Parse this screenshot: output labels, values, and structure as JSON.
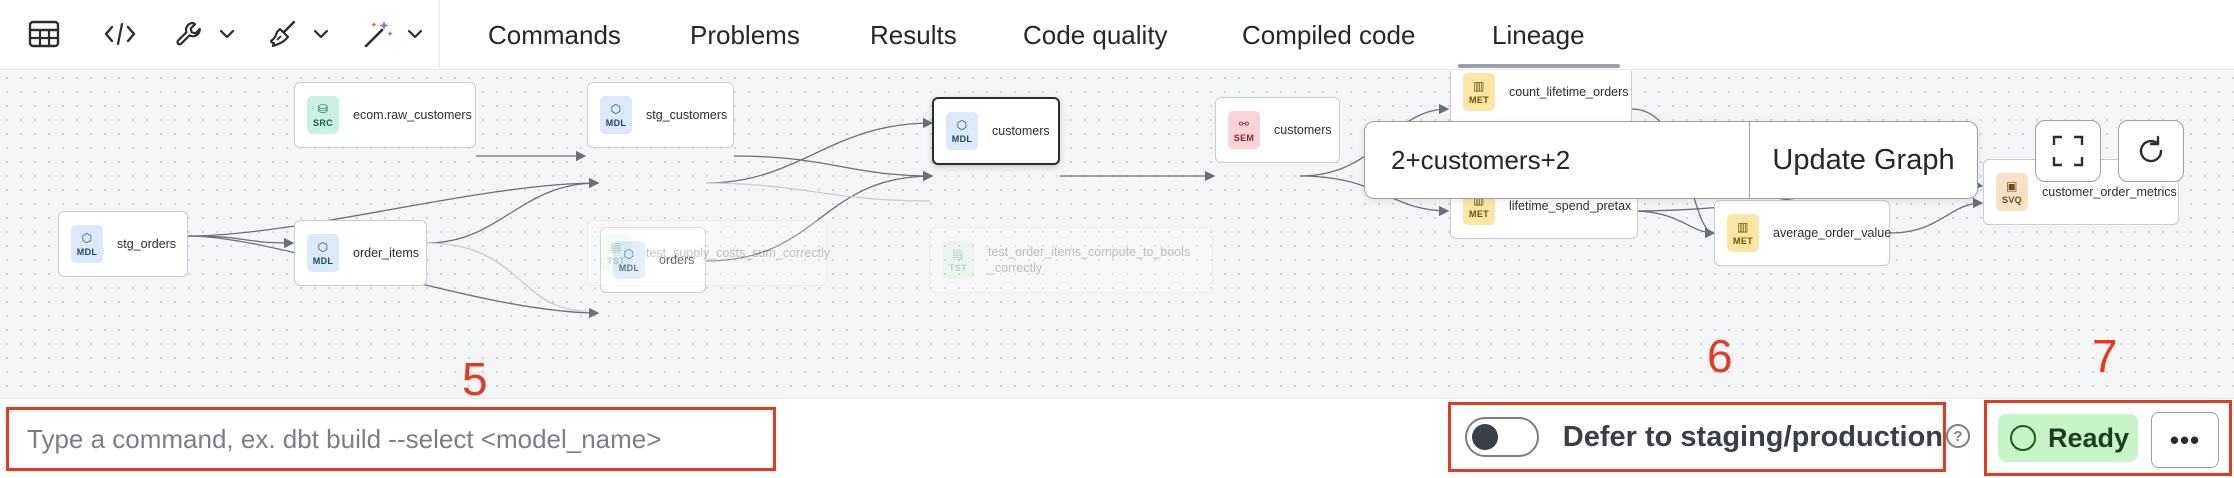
{
  "toolbar": {
    "icons": [
      "table-icon",
      "code-icon",
      "wrench-icon",
      "broom-icon",
      "magic-wand-icon"
    ],
    "tabs": [
      {
        "label": "Commands",
        "active": false
      },
      {
        "label": "Problems",
        "active": false
      },
      {
        "label": "Results",
        "active": false
      },
      {
        "label": "Code quality",
        "active": false
      },
      {
        "label": "Compiled code",
        "active": false
      },
      {
        "label": "Lineage",
        "active": true
      }
    ]
  },
  "lineage": {
    "nodes": [
      {
        "type": "SRC",
        "label": "ecom.raw_customers"
      },
      {
        "type": "MDL",
        "label": "stg_customers"
      },
      {
        "type": "MDL",
        "label": "customers",
        "selected": true
      },
      {
        "type": "SEM",
        "label": "customers"
      },
      {
        "type": "MET",
        "label": "count_lifetime_orders"
      },
      {
        "type": "MET",
        "label": "lifetime_spend_pretax"
      },
      {
        "type": "MET",
        "label": "average_order_value"
      },
      {
        "type": "SVQ",
        "label": "customer_order_metrics"
      },
      {
        "type": "MDL",
        "label": "orders"
      },
      {
        "type": "TST",
        "label": "test_order_items_compute_to_bools",
        "label2": "_correctly",
        "faded": true
      },
      {
        "type": "MDL",
        "label": "stg_orders"
      },
      {
        "type": "MDL",
        "label": "order_items"
      },
      {
        "type": "TST",
        "label": "test_supply_costs_sum_correctly",
        "faded": true
      }
    ],
    "graph_selector": {
      "value": "2+customers+2",
      "button_label": "Update Graph"
    },
    "controls": [
      "fullscreen-icon",
      "refresh-icon"
    ]
  },
  "bottom": {
    "command_placeholder": "Type a command, ex. dbt build --select <model_name>",
    "defer_label": "Defer to staging/production",
    "defer_enabled": false,
    "help": "?",
    "status": "Ready",
    "more_label": "•••"
  },
  "annotations": [
    "5",
    "6",
    "7"
  ],
  "colors": {
    "annotation": "#e53a22",
    "ready_bg": "#c8f5c8",
    "canvas_bg": "#f4f5f7"
  }
}
